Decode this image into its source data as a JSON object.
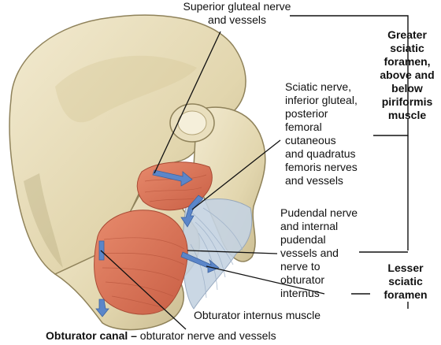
{
  "labels": {
    "superior": [
      "Superior gluteal nerve",
      "and vessels"
    ],
    "sciatic": [
      "Sciatic nerve,",
      "inferior gluteal,",
      "posterior",
      "femoral",
      "cutaneous",
      "and quadratus",
      "femoris nerves",
      "and vessels"
    ],
    "pudendal": [
      "Pudendal nerve",
      "and internal",
      "pudendal",
      "vessels and",
      "nerve to",
      "obturator",
      "internus"
    ],
    "obturator_internus": "Obturator internus muscle",
    "greater_sciatic": [
      "Greater",
      "sciatic",
      "foramen,",
      "above and",
      "below",
      "piriformis",
      "muscle"
    ],
    "lesser_sciatic": [
      "Lesser",
      "sciatic",
      "foramen"
    ],
    "obturator_canal": {
      "term": "Obturator canal –",
      "description": " obturator nerve and vessels"
    }
  },
  "colors": {
    "bone": "#e6dcb8",
    "bone_shadow": "#bfb185",
    "muscle": "#d9745a",
    "ligament": "#b8c8dc",
    "arrow": "#5b86c9",
    "leader": "#111111"
  }
}
